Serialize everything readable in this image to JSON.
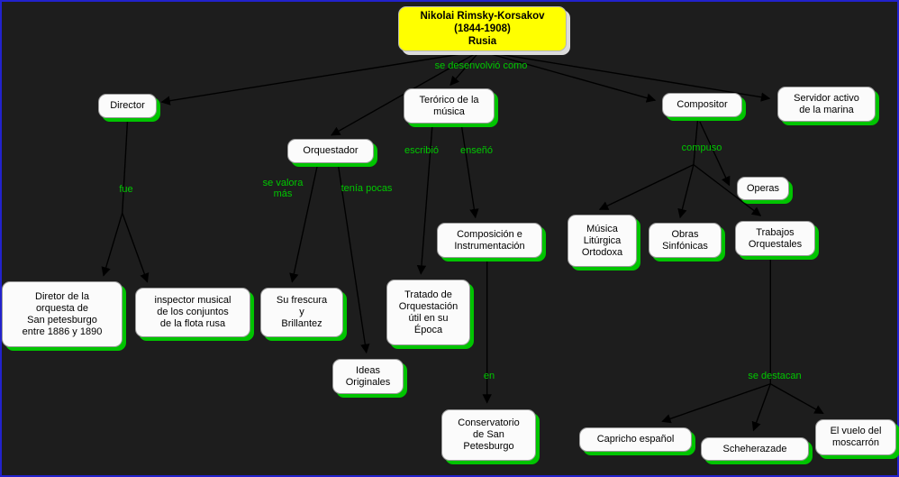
{
  "app": {
    "canvas_bg": "#1d1d1d",
    "border_color": "#2222cc",
    "accent_green": "#00c800",
    "root_fill": "#ffff00"
  },
  "nodes": {
    "root": {
      "label": "Nikolai Rimsky-Korsakov\n(1844-1908)\nRusia"
    },
    "director": {
      "label": "Director"
    },
    "teorico": {
      "label": "Terórico de la\nmúsica"
    },
    "compositor": {
      "label": "Compositor"
    },
    "servidor": {
      "label": "Servidor activo\nde la marina"
    },
    "orquestador": {
      "label": "Orquestador"
    },
    "operas": {
      "label": "Operas"
    },
    "musica_liturgica": {
      "label": "Música\nLitúrgica\nOrtodoxa"
    },
    "obras_sinfonicas": {
      "label": "Obras\nSinfónicas"
    },
    "trabajos_orquestales": {
      "label": "Trabajos\nOrquestales"
    },
    "composicion": {
      "label": "Composición e\nInstrumentación"
    },
    "diretor_orquesta": {
      "label": "Diretor de la\norquesta de\nSan petesburgo\nentre 1886 y 1890"
    },
    "inspector": {
      "label": "inspector musical\nde los conjuntos\nde la flota rusa"
    },
    "frescura": {
      "label": "Su frescura\ny\nBrillantez"
    },
    "tratado": {
      "label": "Tratado de\nOrquestación\nútil en su\nÉpoca"
    },
    "ideas": {
      "label": "Ideas\nOriginales"
    },
    "conservatorio": {
      "label": "Conservatorio\nde San\nPetesburgo"
    },
    "capricho": {
      "label": "Capricho español"
    },
    "scheherazade": {
      "label": "Scheherazade"
    },
    "vuelo": {
      "label": "El vuelo del\nmoscarrón"
    }
  },
  "edge_labels": {
    "desenvolvio": "se desenvolvió como",
    "fue": "fue",
    "se_valora": "se valora\nmás",
    "tenia_pocas": "tenía pocas",
    "escribio": "escribió",
    "enseno": "enseñó",
    "compuso": "compuso",
    "en": "en",
    "se_destacan": "se destacan"
  },
  "edges": [
    {
      "from": "root",
      "label": "se desenvolvió como",
      "to": [
        "director",
        "orquestador",
        "teorico",
        "compositor",
        "servidor"
      ]
    },
    {
      "from": "director",
      "label": "fue",
      "to": [
        "diretor_orquesta",
        "inspector"
      ]
    },
    {
      "from": "orquestador",
      "label": "se valora más",
      "to": [
        "frescura"
      ]
    },
    {
      "from": "orquestador",
      "label": "tenía pocas",
      "to": [
        "ideas"
      ]
    },
    {
      "from": "teorico",
      "label": "escribió",
      "to": [
        "tratado"
      ]
    },
    {
      "from": "teorico",
      "label": "enseñó",
      "to": [
        "composicion"
      ]
    },
    {
      "from": "composicion",
      "label": "en",
      "to": [
        "conservatorio"
      ]
    },
    {
      "from": "compositor",
      "label": "compuso",
      "to": [
        "operas",
        "musica_liturgica",
        "obras_sinfonicas",
        "trabajos_orquestales"
      ]
    },
    {
      "from": "trabajos_orquestales",
      "label": "se destacan",
      "to": [
        "capricho",
        "scheherazade",
        "vuelo"
      ]
    }
  ]
}
